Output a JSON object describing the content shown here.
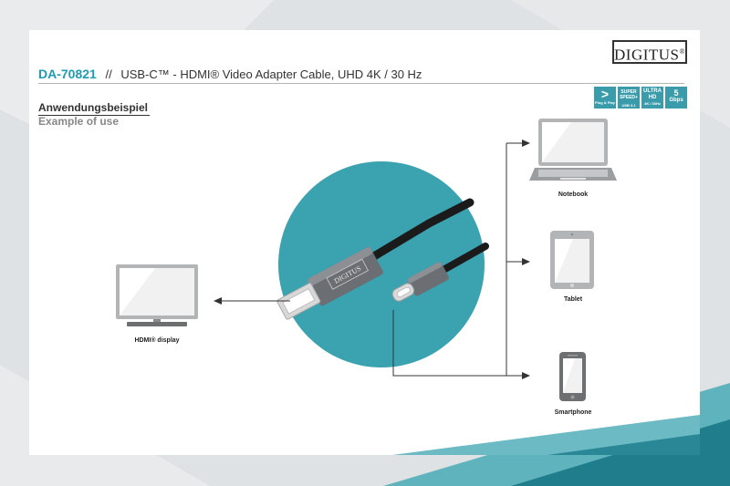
{
  "header": {
    "product_code": "DA-70821",
    "separator": "//",
    "product_title": "USB-C™ - HDMI® Video Adapter Cable, UHD 4K / 30 Hz",
    "logo_text": "DIGITUS",
    "logo_mark": "®"
  },
  "section": {
    "title_de": "Anwendungsbeispiel",
    "title_en": "Example of use"
  },
  "badges": [
    {
      "main": ">",
      "sub": "Plug & Play"
    },
    {
      "main": "SUPER SPEED+",
      "sub": "USB 3.1"
    },
    {
      "main": "ULTRA HD",
      "sub": "4K / 30Hz"
    },
    {
      "main": "5",
      "sub": "Gbps"
    }
  ],
  "devices": {
    "display": "HDMI® display",
    "notebook": "Notebook",
    "tablet": "Tablet",
    "smartphone": "Smartphone"
  },
  "cable_brand": "DIGITUS",
  "colors": {
    "accent": "#1f9ab0",
    "circle": "#3ba2b0",
    "badge": "#3a9cab",
    "band_dark": "#1f7d8c",
    "band_light": "#5fb3bd"
  }
}
